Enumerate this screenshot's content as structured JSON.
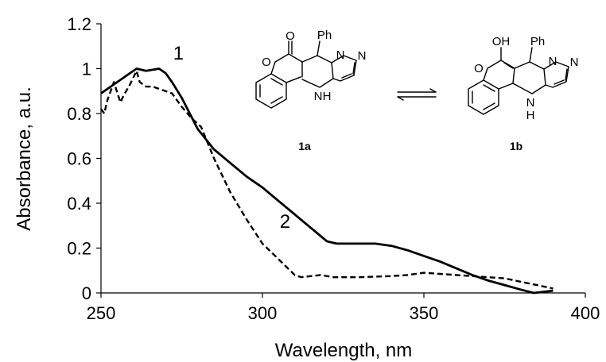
{
  "chart_data": {
    "type": "line",
    "title": "",
    "xlabel": "Wavelength, nm",
    "ylabel": "Absorbance, a.u.",
    "xlim": [
      250,
      400
    ],
    "ylim": [
      0,
      1.2
    ],
    "xticks": [
      "250",
      "300",
      "350",
      "400"
    ],
    "yticks": [
      "0",
      "0.2",
      "0.4",
      "0.6",
      "0.8",
      "1",
      "1.2"
    ],
    "grid": false,
    "series": [
      {
        "name": "1",
        "style": "solid",
        "color": "#000000",
        "x": [
          250,
          253,
          256,
          259,
          261,
          264,
          268,
          270,
          272,
          275,
          280,
          285,
          290,
          295,
          300,
          305,
          310,
          315,
          320,
          323,
          326,
          330,
          335,
          340,
          345,
          350,
          355,
          360,
          365,
          370,
          375,
          380,
          384,
          387,
          390
        ],
        "y": [
          0.89,
          0.92,
          0.95,
          0.98,
          1.0,
          0.99,
          1.0,
          0.98,
          0.94,
          0.87,
          0.73,
          0.64,
          0.58,
          0.52,
          0.47,
          0.41,
          0.35,
          0.29,
          0.23,
          0.22,
          0.22,
          0.22,
          0.22,
          0.21,
          0.19,
          0.165,
          0.14,
          0.11,
          0.08,
          0.055,
          0.035,
          0.015,
          0.0,
          0.005,
          0.01
        ]
      },
      {
        "name": "2",
        "style": "dashed",
        "color": "#000000",
        "x": [
          250,
          251,
          252,
          254,
          256,
          257,
          259,
          261,
          262,
          264,
          266,
          268,
          270,
          272,
          275,
          278,
          281,
          285,
          290,
          295,
          300,
          305,
          310,
          312,
          315,
          318,
          322,
          330,
          340,
          345,
          350,
          355,
          360,
          365,
          370,
          375,
          380,
          385,
          390
        ],
        "y": [
          0.82,
          0.8,
          0.86,
          0.94,
          0.85,
          0.88,
          0.93,
          0.99,
          0.94,
          0.92,
          0.92,
          0.91,
          0.9,
          0.89,
          0.83,
          0.78,
          0.74,
          0.6,
          0.45,
          0.33,
          0.22,
          0.15,
          0.08,
          0.07,
          0.075,
          0.08,
          0.07,
          0.07,
          0.075,
          0.08,
          0.09,
          0.085,
          0.08,
          0.075,
          0.07,
          0.065,
          0.05,
          0.035,
          0.02
        ]
      }
    ],
    "annotations": [
      {
        "text": "1",
        "x": 274,
        "y": 1.04
      },
      {
        "text": "2",
        "x": 307,
        "y": 0.29
      }
    ]
  },
  "scheme": {
    "left_label": "1a",
    "right_label": "1b",
    "phenyl": "Ph",
    "amine": "H",
    "amine_n": "N",
    "ring_n1": "N",
    "ring_n2": "N",
    "ring_o": "O",
    "carbonyl_o": "O",
    "hydroxyl": "OH"
  }
}
